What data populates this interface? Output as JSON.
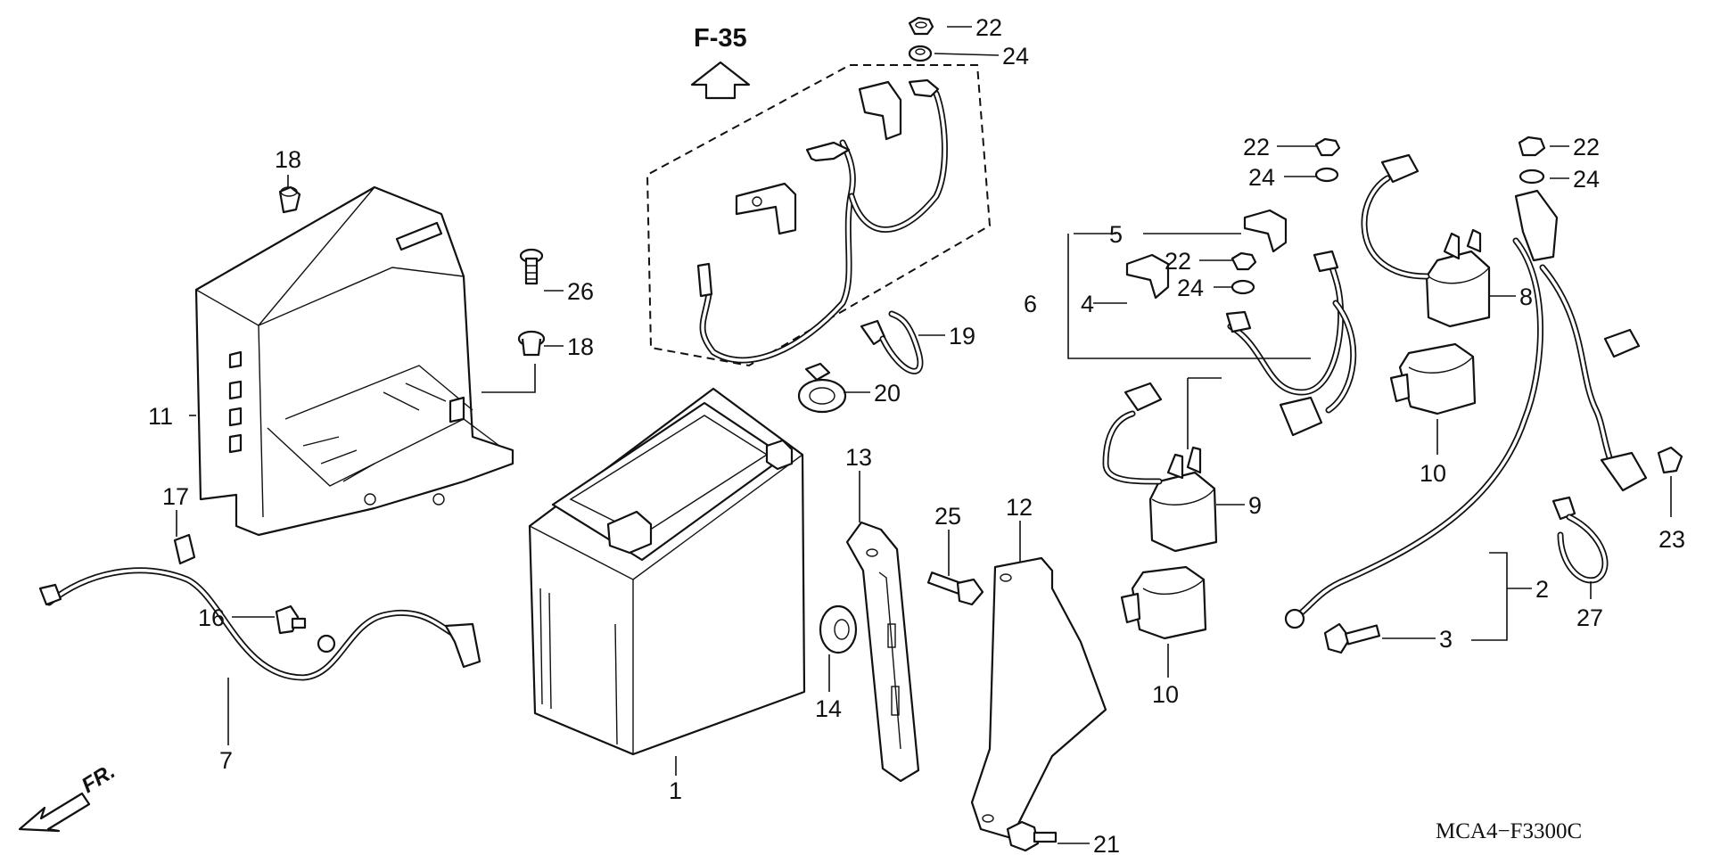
{
  "diagram": {
    "header_ref": "F-35",
    "fr_label": "FR.",
    "code": "MCA4−F3300C",
    "callouts": {
      "c1": "1",
      "c2": "2",
      "c3": "3",
      "c4": "4",
      "c5": "5",
      "c6": "6",
      "c7": "7",
      "c8": "8",
      "c9": "9",
      "c10a": "10",
      "c10b": "10",
      "c11": "11",
      "c12": "12",
      "c13": "13",
      "c14": "14",
      "c16": "16",
      "c17": "17",
      "c18a": "18",
      "c18b": "18",
      "c19": "19",
      "c20": "20",
      "c21": "21",
      "c22a": "22",
      "c22b": "22",
      "c22c": "22",
      "c22d": "22",
      "c23": "23",
      "c24a": "24",
      "c24b": "24",
      "c24c": "24",
      "c24d": "24",
      "c25": "25",
      "c26": "26",
      "c27": "27"
    }
  }
}
